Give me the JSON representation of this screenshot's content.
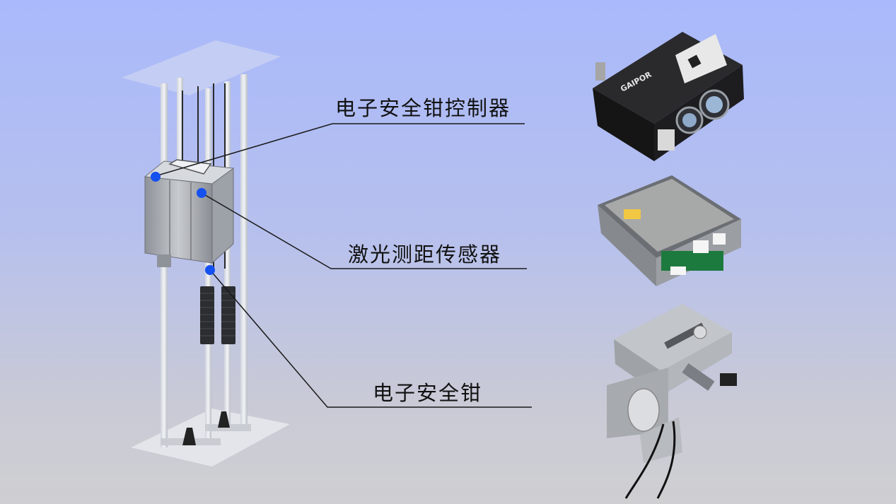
{
  "callouts": [
    {
      "id": "controller",
      "text": "电子安全钳控制器"
    },
    {
      "id": "laser",
      "text": "激光测距传感器"
    },
    {
      "id": "safety",
      "text": "电子安全钳"
    }
  ],
  "components": {
    "laser_sensor": {
      "brand": "GAIPOR"
    }
  },
  "colors": {
    "marker": "#1550f0",
    "leader_line": "#1a1a1a"
  }
}
